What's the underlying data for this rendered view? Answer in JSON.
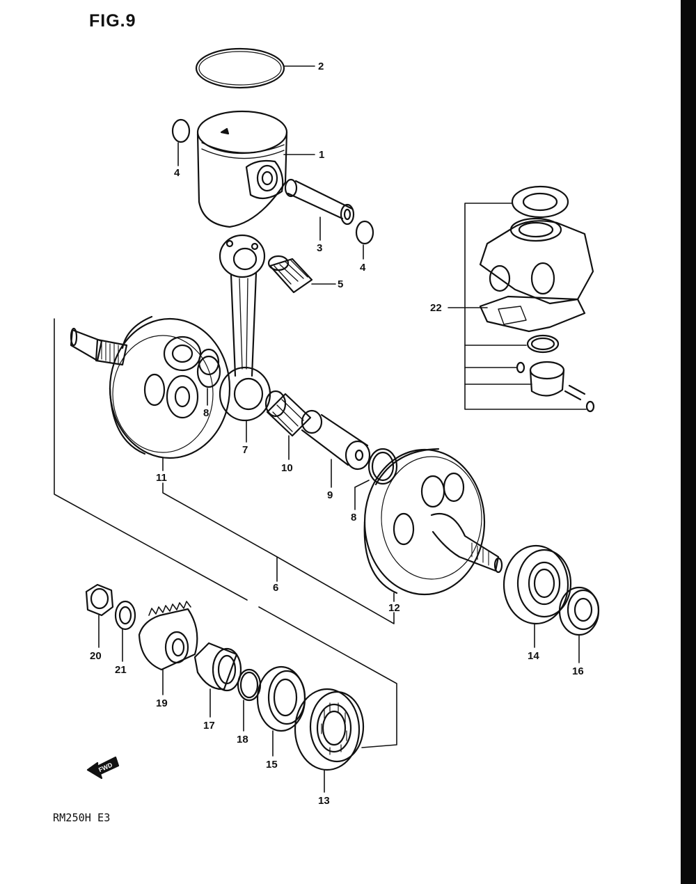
{
  "figure": {
    "title": "FIG.9",
    "model_code": "RM250H E3",
    "fwd_label": "FWD"
  },
  "callouts": {
    "c1": "1",
    "c2": "2",
    "c3": "3",
    "c4a": "4",
    "c4b": "4",
    "c5": "5",
    "c6": "6",
    "c7": "7",
    "c8a": "8",
    "c8b": "8",
    "c9": "9",
    "c10": "10",
    "c11": "11",
    "c12": "12",
    "c13": "13",
    "c14": "14",
    "c15": "15",
    "c16": "16",
    "c17": "17",
    "c18": "18",
    "c19": "19",
    "c20": "20",
    "c21": "21",
    "c22": "22"
  },
  "colors": {
    "ink": "#111111",
    "paper": "#ffffff",
    "edge_bar": "#0a0a0a"
  }
}
